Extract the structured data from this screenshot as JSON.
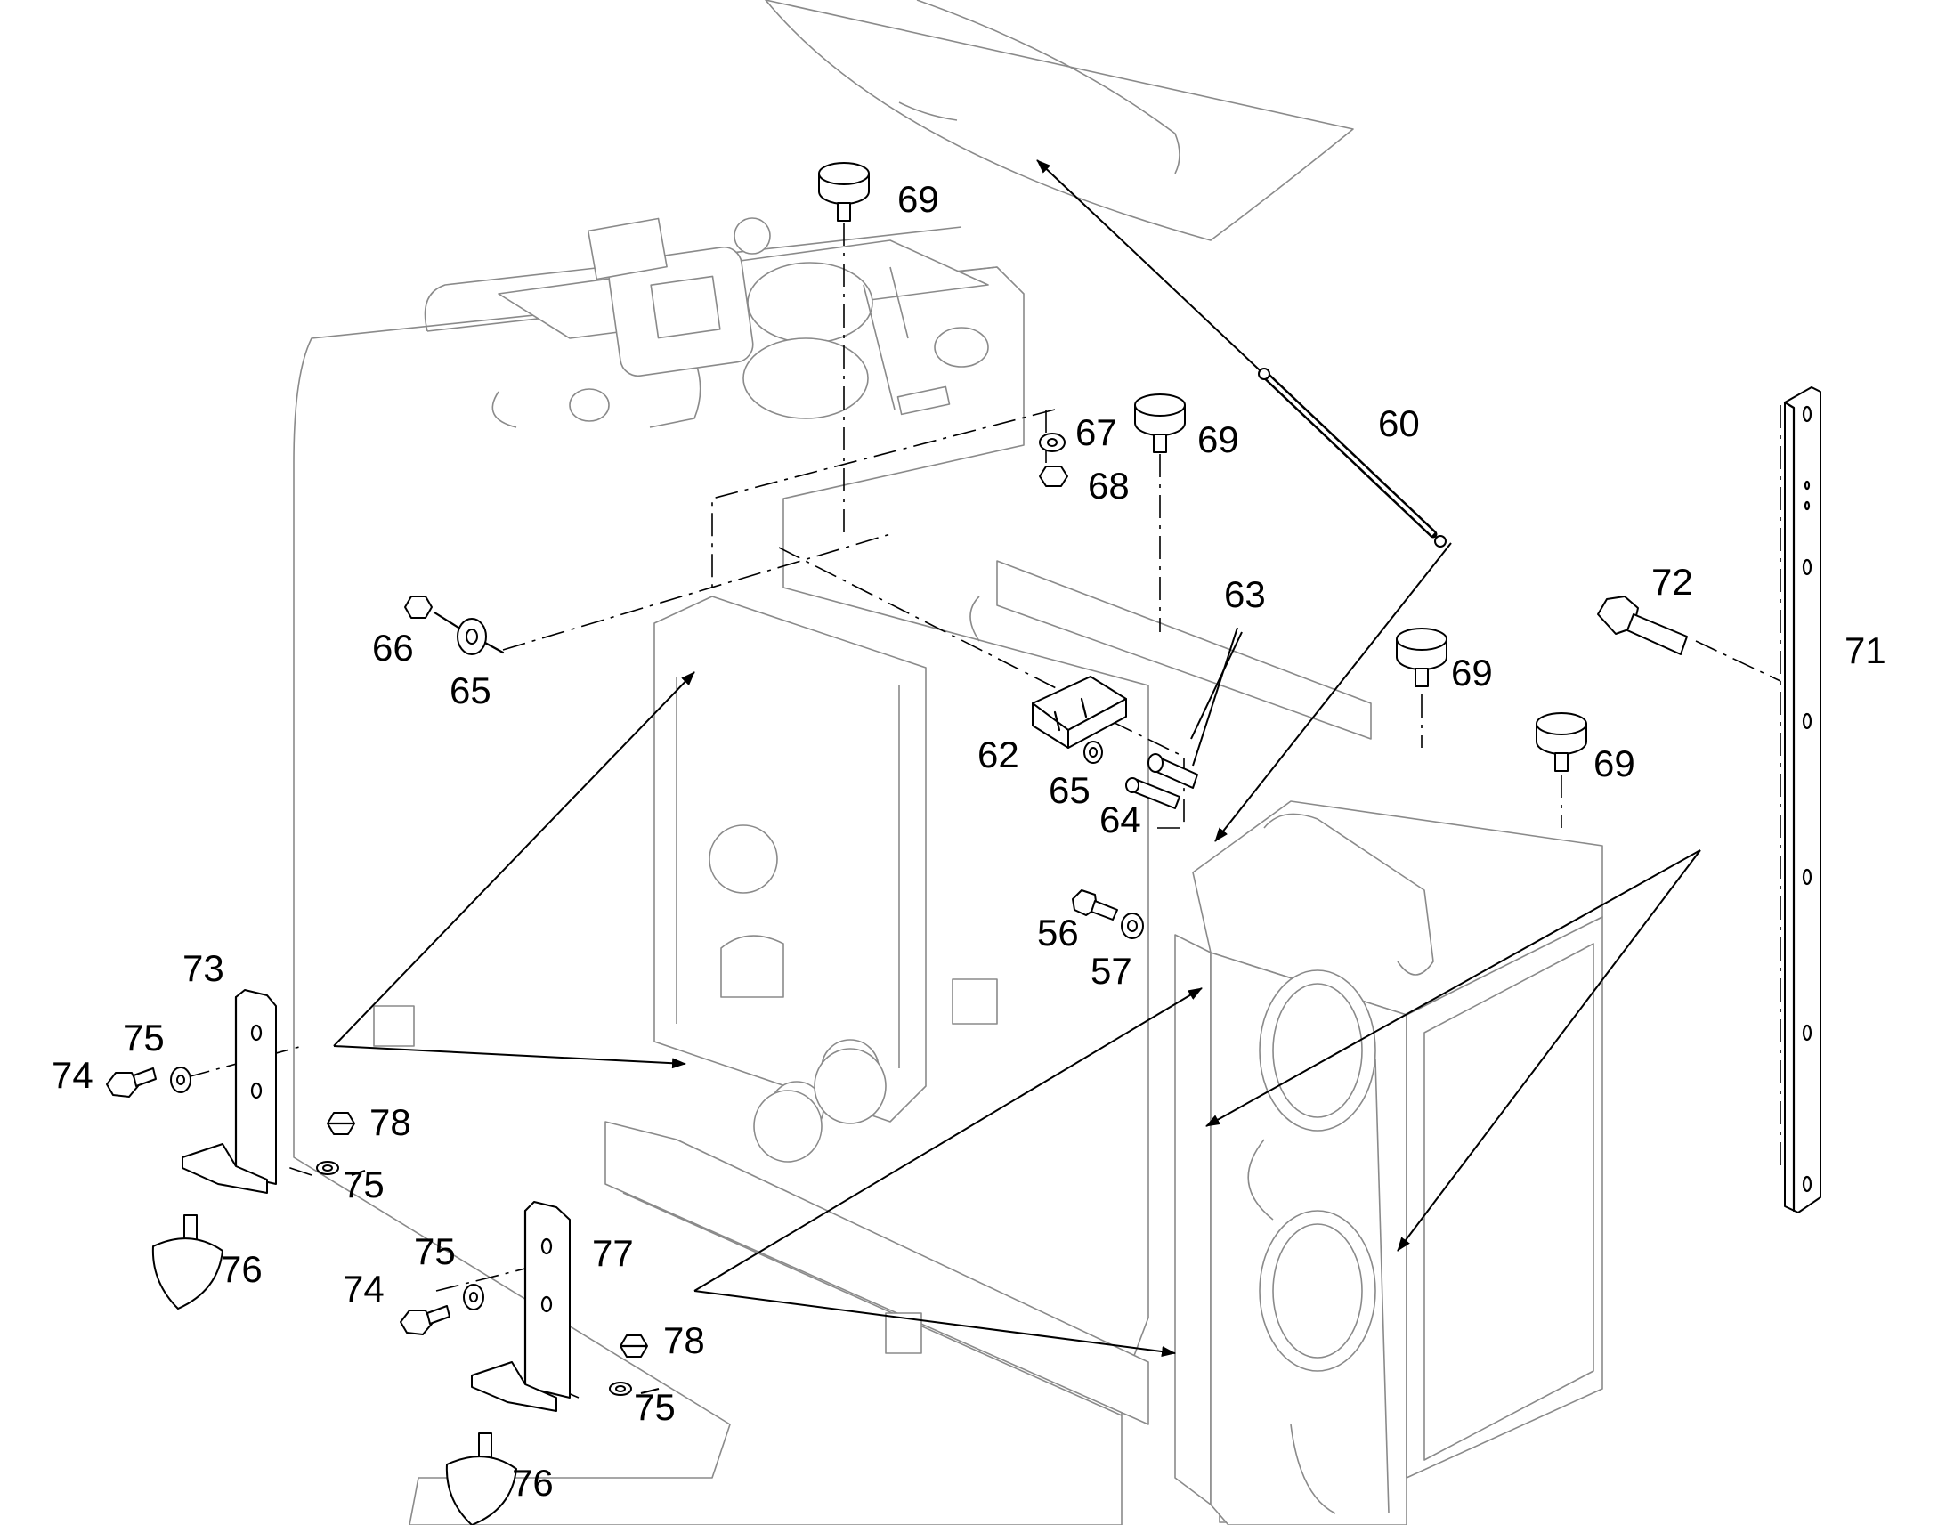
{
  "callouts": {
    "c60": "60",
    "c62": "62",
    "c63": "63",
    "c64": "64",
    "c65a": "65",
    "c65b": "65",
    "c66": "66",
    "c67": "67",
    "c68": "68",
    "c69a": "69",
    "c69b": "69",
    "c69c": "69",
    "c69d": "69",
    "c71": "71",
    "c72": "72",
    "c73": "73",
    "c74a": "74",
    "c74b": "74",
    "c75a": "75",
    "c75b": "75",
    "c75c": "75",
    "c75d": "75",
    "c76a": "76",
    "c76b": "76",
    "c77": "77",
    "c78a": "78",
    "c78b": "78",
    "c56": "56",
    "c57": "57"
  },
  "colors": {
    "line": "#000000",
    "faint": "#8a8a8a",
    "background": "#ffffff"
  }
}
